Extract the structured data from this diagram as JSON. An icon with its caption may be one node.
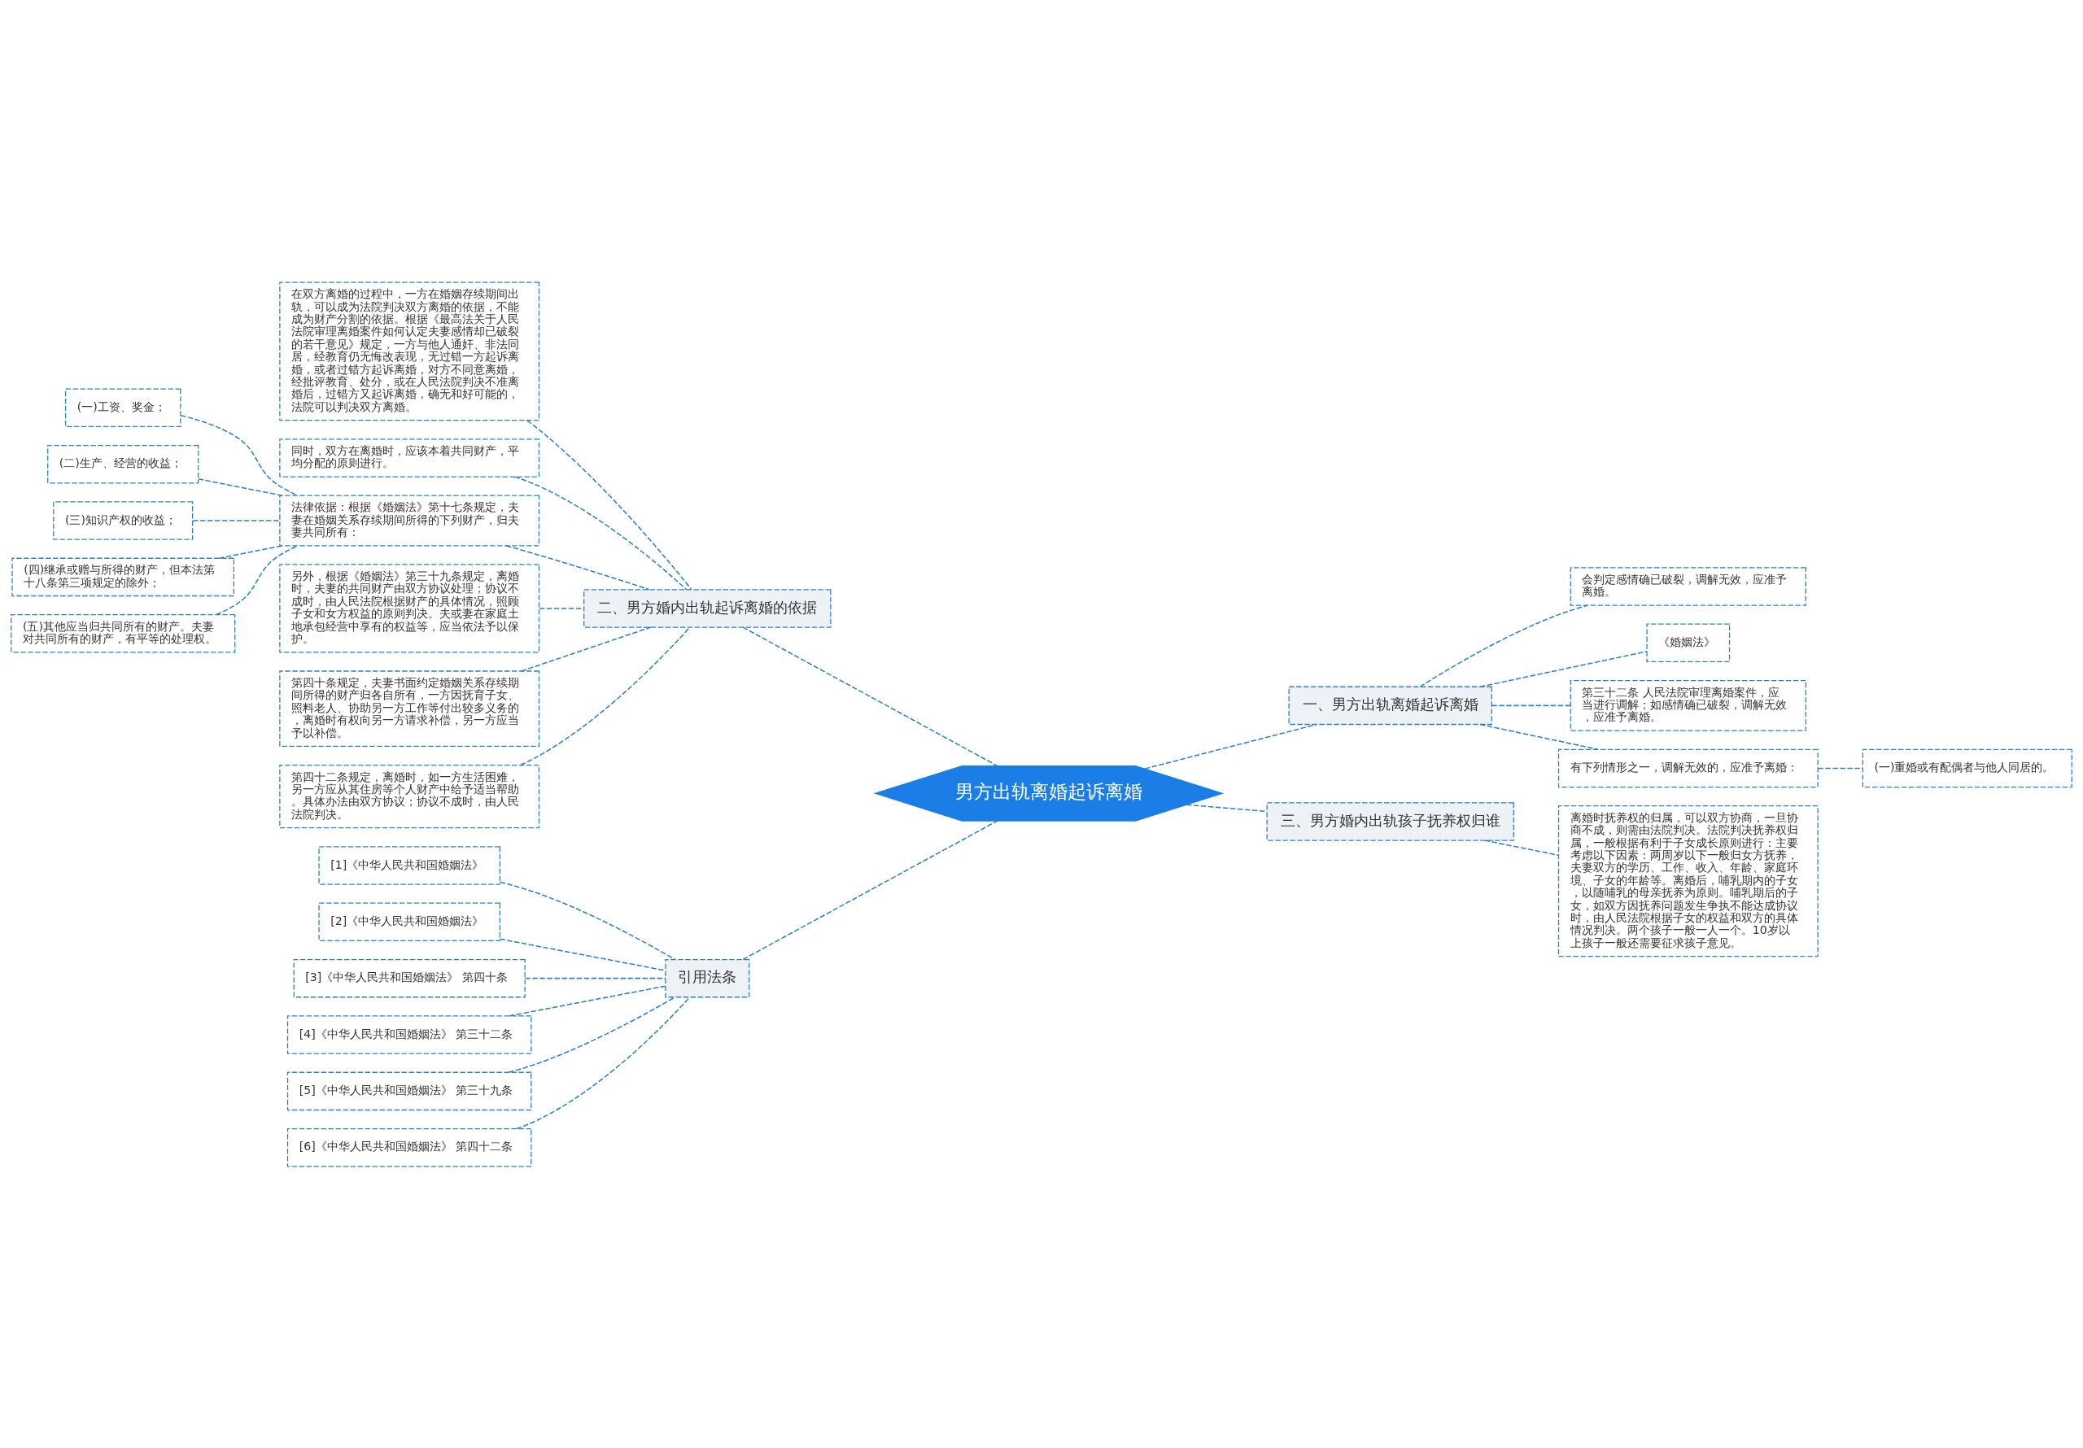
{
  "diagram": {
    "nodes": [
      {
        "text": [
          "男方出轨离婚起诉离婚"
        ]
      },
      {
        "text": [
          "一、男方出轨离婚起诉离婚"
        ]
      },
      {
        "text": [
          "会判定感情确已破裂，调解无效，应准予离婚。"
        ]
      },
      {
        "text": [
          "《婚姻法》"
        ]
      },
      {
        "text": [
          "第三十二条 人民法院审理离婚案件，应当进行调解；如感情确已破裂，调解无效，应准予离婚。"
        ]
      },
      {
        "text": [
          "有下列情形之一，调解无效的，应准予离婚："
        ]
      },
      {
        "text": [
          "(一)重婚或有配偶者与他人同居的。"
        ]
      },
      {
        "text": [
          "三、男方婚内出轨孩子抚养权归谁"
        ]
      },
      {
        "text": [
          "离婚时抚养权的归属，可以双方协商，一旦协商不成，则需由法院判决。法院判决抚养权归属，一般根据有利于子女成长原则进行：主要考虑以下因素：两周岁以下一般归女方抚养，夫妻双方的学历、工作、收入、年龄、家庭环境、子女的年龄等。离婚后，哺乳期内的子女，以随哺乳的母亲抚养为原则。哺乳期后的子女，如双方因抚养问题发生争执不能达成协议时，由人民法院根据子女的权益和双方的具体情况判决。两个孩子一般一人一个。10岁以上孩子一般还需要征求孩子意见。"
        ]
      },
      {
        "text": [
          "二、男方婚内出轨起诉离婚的依据"
        ]
      },
      {
        "text": [
          "在双方离婚的过程中，一方在婚姻存续期间出轨，可以成为法院判决双方离婚的依据，不能成为财产分割的依据。根据《最高法关于人民法院审理离婚案件如何认定夫妻感情却已破裂的若干意见》规定，一方与他人通奸、非法同居，经教育仍无悔改表现，无过错一方起诉离婚，或者过错方起诉离婚，对方不同意离婚，经批评教育、处分，或在人民法院判决不准离婚后，过错方又起诉离婚，确无和好可能的，法院可以判决双方离婚。"
        ]
      },
      {
        "text": [
          "同时，双方在离婚时，应该本着共同财产，平均分配的原则进行。"
        ]
      },
      {
        "text": [
          "法律依据：根据《婚姻法》第十七条规定，夫妻在婚姻关系存续期间所得的下列财产，归夫妻共同所有："
        ]
      },
      {
        "text": [
          "(一)工资、奖金；"
        ]
      },
      {
        "text": [
          "(二)生产、经营的收益；"
        ]
      },
      {
        "text": [
          "(三)知识产权的收益；"
        ]
      },
      {
        "text": [
          "(四)继承或赠与所得的财产，但本法第十八条第三项规定的除外；"
        ]
      },
      {
        "text": [
          "(五)其他应当归共同所有的财产。夫妻对共同所有的财产，有平等的处理权。"
        ]
      },
      {
        "text": [
          "另外，根据《婚姻法》第三十九条规定，离婚时，夫妻的共同财产由双方协议处理；协议不成时，由人民法院根据财产的具体情况，照顾子女和女方权益的原则判决。夫或妻在家庭土地承包经营中享有的权益等，应当依法予以保护。"
        ]
      },
      {
        "text": [
          "第四十条规定，夫妻书面约定婚姻关系存续期间所得的财产归各自所有，一方因抚育子女、照料老人、协助另一方工作等付出较多义务的，离婚时有权向另一方请求补偿，另一方应当予以补偿。"
        ]
      },
      {
        "text": [
          "第四十二条规定，离婚时，如一方生活困难，另一方应从其住房等个人财产中给予适当帮助。具体办法由双方协议；协议不成时，由人民法院判决。"
        ]
      },
      {
        "text": [
          "引用法条"
        ]
      },
      {
        "text": [
          "[1]《中华人民共和国婚姻法》"
        ]
      },
      {
        "text": [
          "[2]《中华人民共和国婚姻法》"
        ]
      },
      {
        "text": [
          "[3]《中华人民共和国婚姻法》 第四十条"
        ]
      },
      {
        "text": [
          "[4]《中华人民共和国婚姻法》 第三十二条"
        ]
      },
      {
        "text": [
          "[5]《中华人民共和国婚姻法》 第三十九条"
        ]
      },
      {
        "text": [
          "[6]《中华人民共和国婚姻法》 第四十二条"
        ]
      }
    ],
    "edges": [
      {
        "from": 0,
        "to": 1,
        "arrow": "none"
      },
      {
        "from": 1,
        "to": 2,
        "arrow": "none"
      },
      {
        "from": 1,
        "to": 3,
        "arrow": "none"
      },
      {
        "from": 1,
        "to": 4,
        "arrow": "none"
      },
      {
        "from": 1,
        "to": 5,
        "arrow": "none"
      },
      {
        "from": 5,
        "to": 6,
        "arrow": "none"
      },
      {
        "from": 0,
        "to": 7,
        "arrow": "none"
      },
      {
        "from": 7,
        "to": 8,
        "arrow": "none"
      },
      {
        "from": 0,
        "to": 9,
        "arrow": "none"
      },
      {
        "from": 9,
        "to": 10,
        "arrow": "none"
      },
      {
        "from": 9,
        "to": 11,
        "arrow": "none"
      },
      {
        "from": 9,
        "to": 12,
        "arrow": "none"
      },
      {
        "from": 12,
        "to": 13,
        "arrow": "none"
      },
      {
        "from": 12,
        "to": 14,
        "arrow": "none"
      },
      {
        "from": 12,
        "to": 15,
        "arrow": "none"
      },
      {
        "from": 12,
        "to": 16,
        "arrow": "none"
      },
      {
        "from": 12,
        "to": 17,
        "arrow": "none"
      },
      {
        "from": 9,
        "to": 18,
        "arrow": "none"
      },
      {
        "from": 9,
        "to": 19,
        "arrow": "none"
      },
      {
        "from": 9,
        "to": 20,
        "arrow": "none"
      },
      {
        "from": 0,
        "to": 21,
        "arrow": "none"
      },
      {
        "from": 21,
        "to": 22,
        "arrow": "none"
      },
      {
        "from": 21,
        "to": 23,
        "arrow": "none"
      },
      {
        "from": 21,
        "to": 24,
        "arrow": "none"
      },
      {
        "from": 21,
        "to": 25,
        "arrow": "none"
      },
      {
        "from": 21,
        "to": 26,
        "arrow": "none"
      },
      {
        "from": 21,
        "to": 27,
        "arrow": "none"
      }
    ]
  }
}
